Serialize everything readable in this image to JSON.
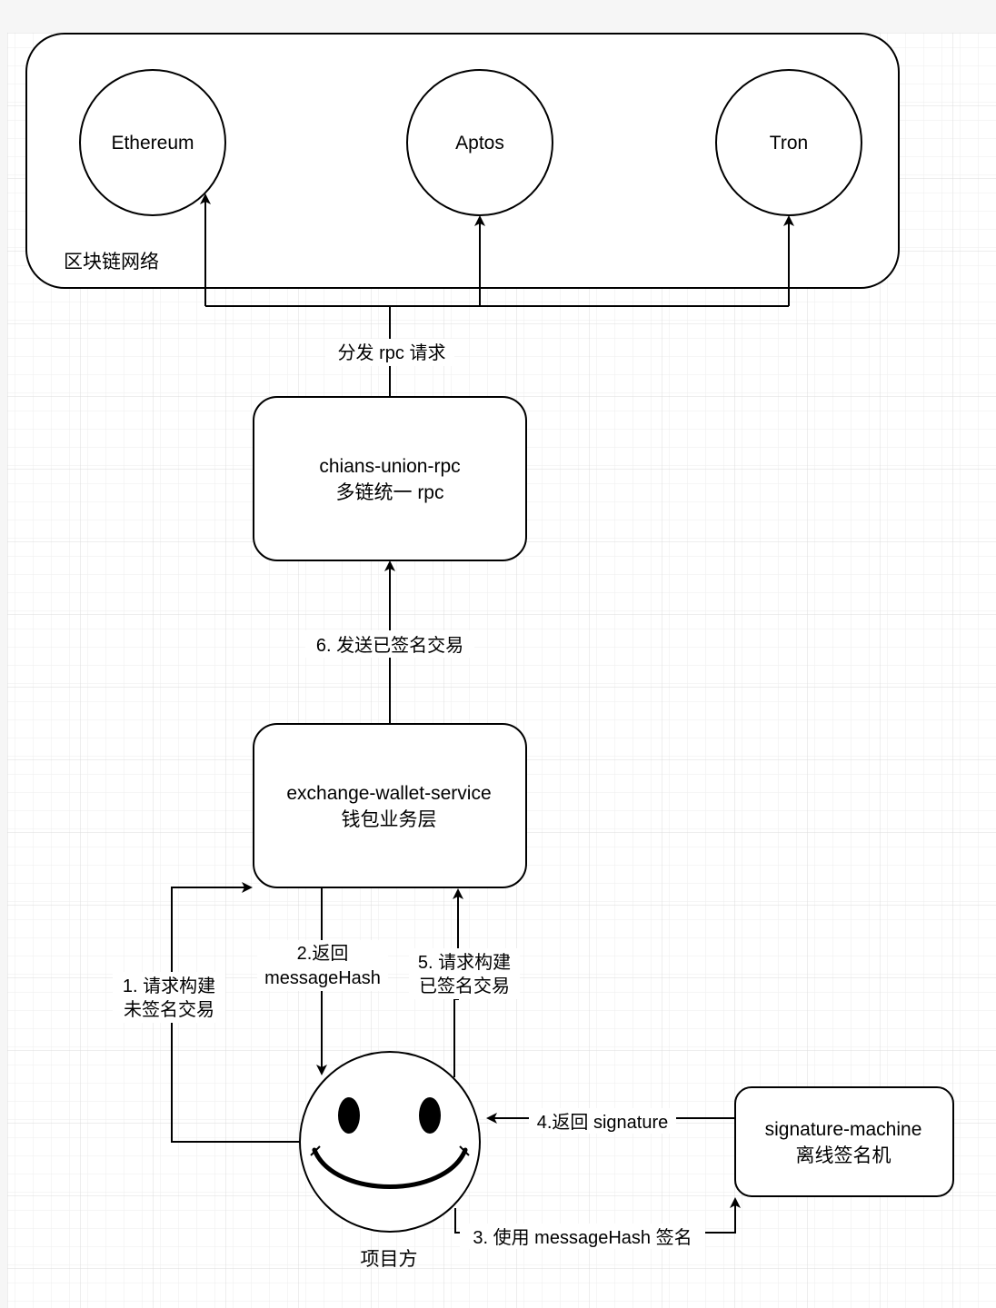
{
  "network": {
    "label": "区块链网络",
    "chains": [
      "Ethereum",
      "Aptos",
      "Tron"
    ]
  },
  "rpc": {
    "line1": "chians-union-rpc",
    "line2": "多链统一 rpc"
  },
  "wallet": {
    "line1": "exchange-wallet-service",
    "line2": "钱包业务层"
  },
  "signer": {
    "line1": "signature-machine",
    "line2": "离线签名机"
  },
  "project": {
    "label": "项目方",
    "icon": "smiley-face-icon"
  },
  "edges": {
    "dispatch": "分发 rpc 请求",
    "step1_line1": "1. 请求构建",
    "step1_line2": "未签名交易",
    "step2_line1": "2.返回",
    "step2_line2": "messageHash",
    "step3": "3. 使用 messageHash 签名",
    "step4": "4.返回 signature",
    "step5_line1": "5. 请求构建",
    "step5_line2": "已签名交易",
    "step6": "6. 发送已签名交易"
  },
  "colors": {
    "stroke": "#000000",
    "background": "#ffffff",
    "grid_minor": "#eeeeee",
    "grid_major": "#dcdcdc"
  }
}
